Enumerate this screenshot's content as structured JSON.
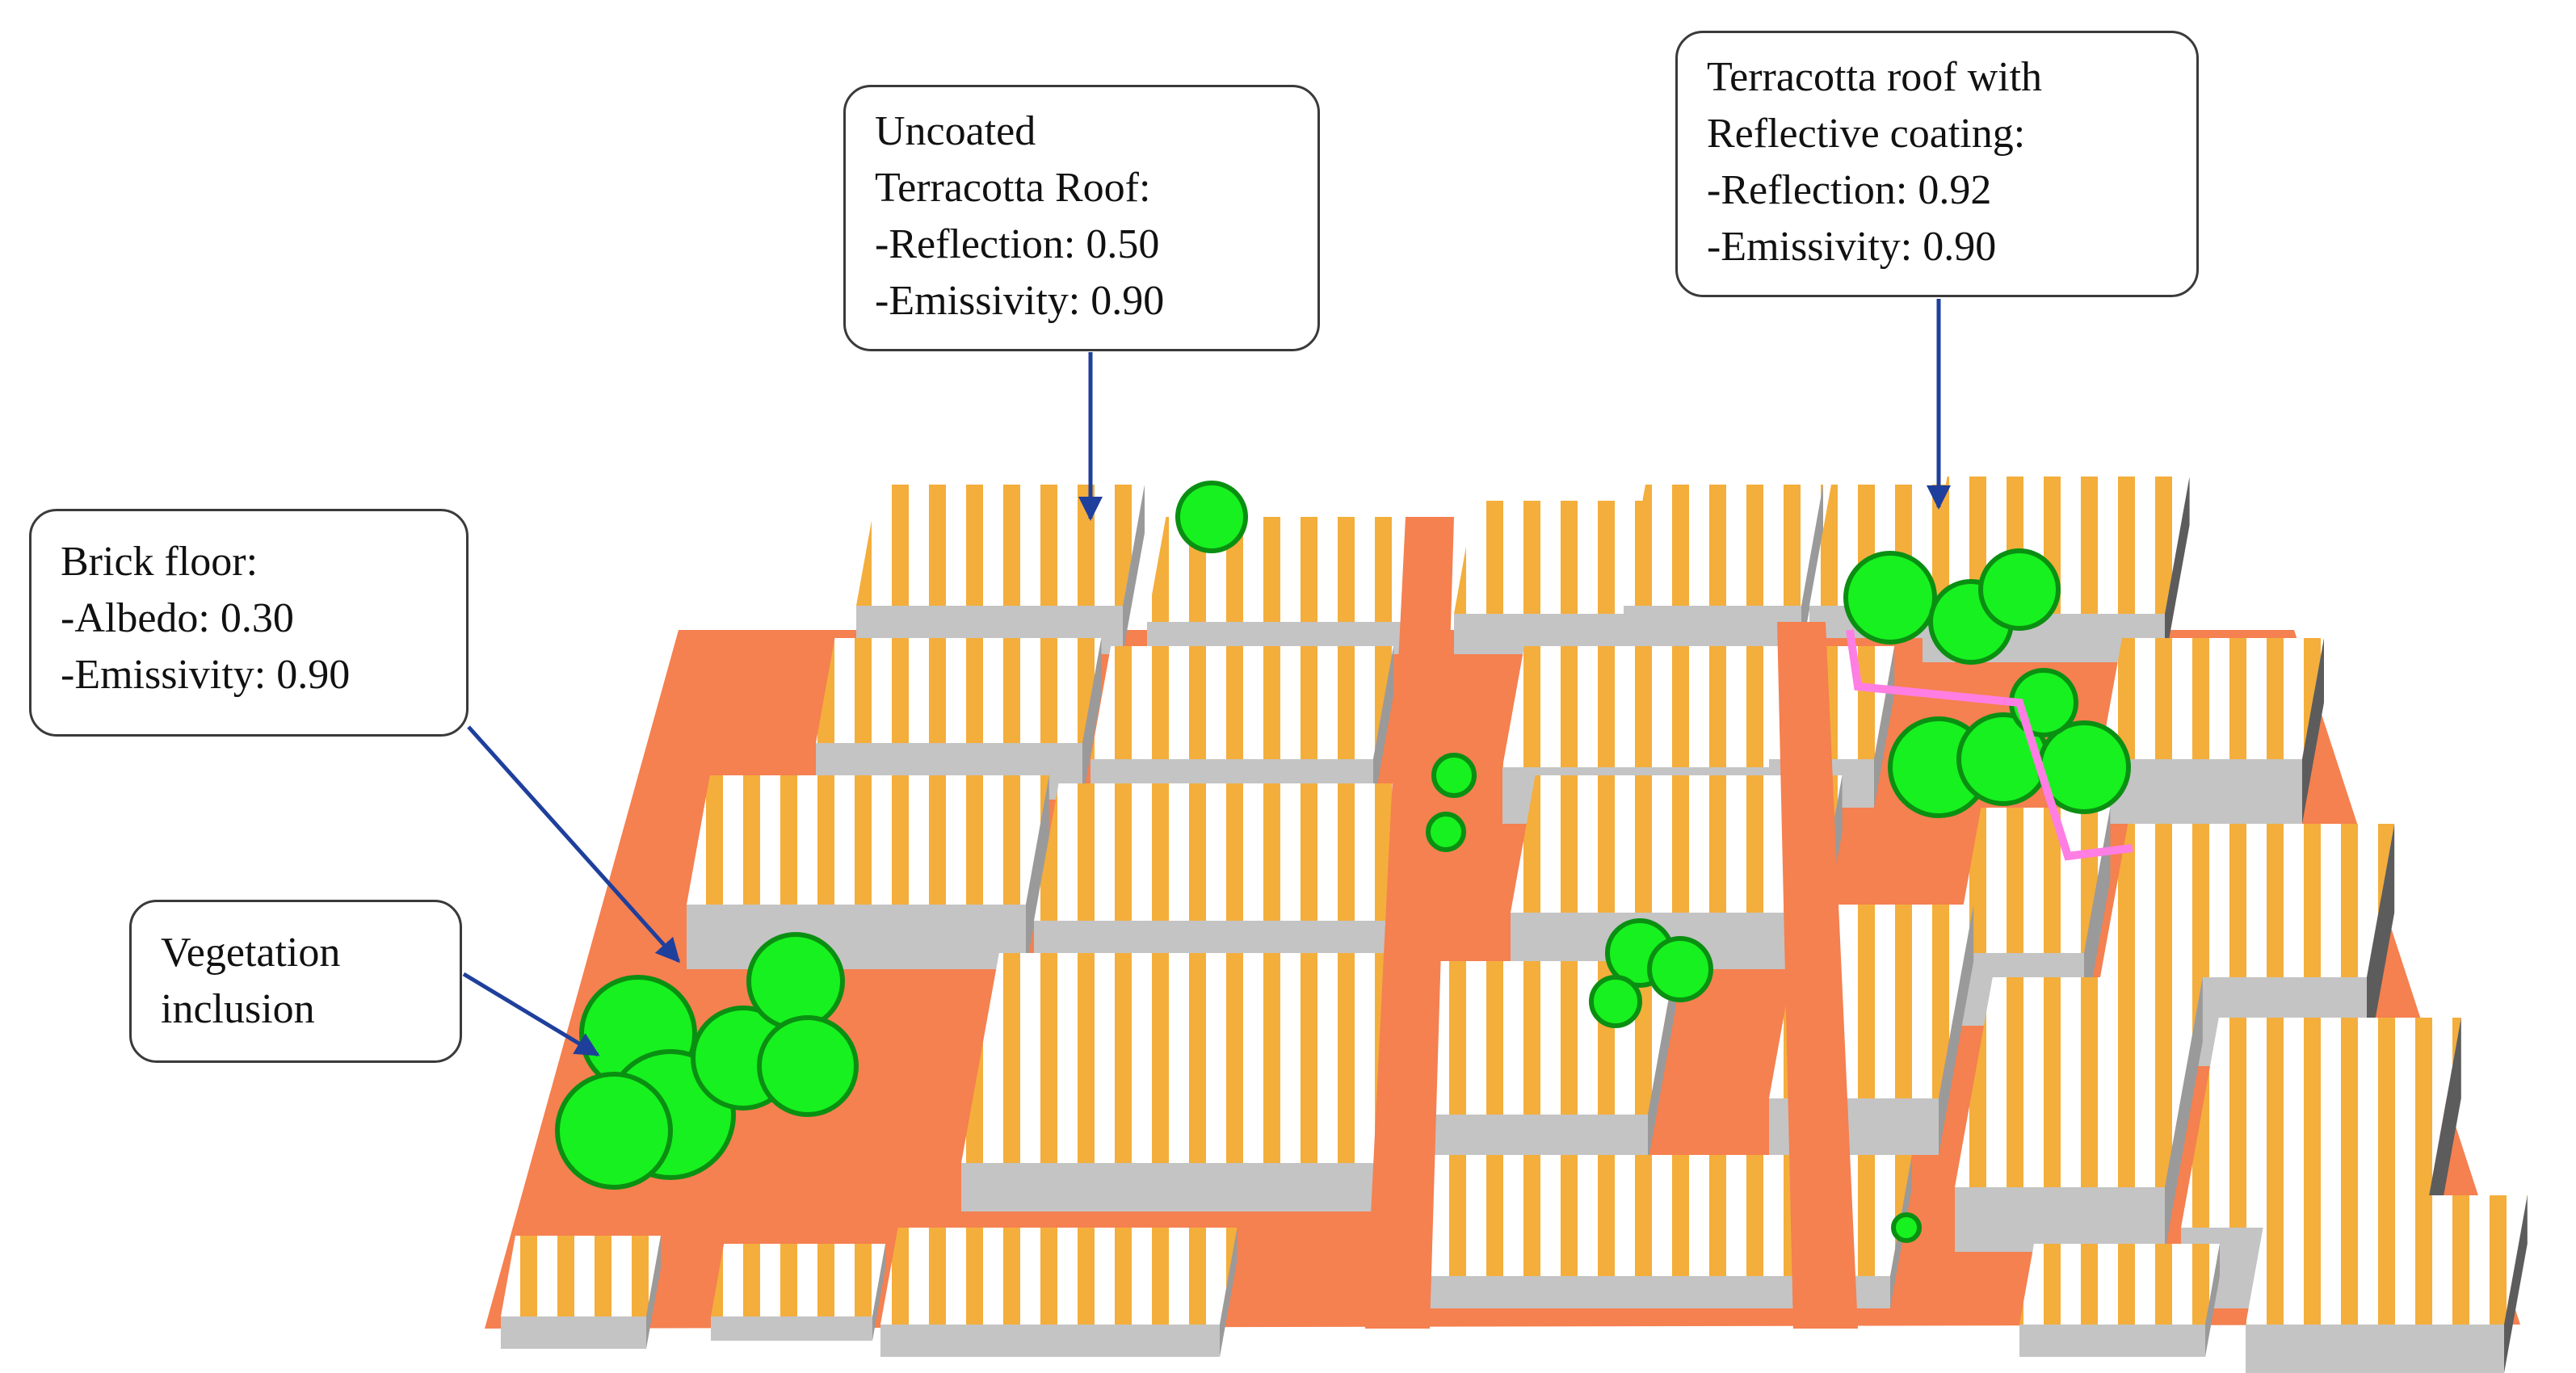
{
  "colors": {
    "ground": "#f58050",
    "roof_stripe": "#f4ae3c",
    "roof_white": "#ffffff",
    "wall_light": "#c4c4c4",
    "wall_dark": "#5c5c5c",
    "vegetation": "#17f11f",
    "vegetation_edge": "#0a8f12",
    "pink_path": "#ff7ee3",
    "arrow": "#1f3f9c"
  },
  "callouts": {
    "uncoated_roof": {
      "lines": [
        "Uncoated",
        "Terracotta Roof:",
        "-Reflection: 0.50",
        "-Emissivity: 0.90"
      ]
    },
    "coated_roof": {
      "lines": [
        "Terracotta roof with",
        "Reflective coating:",
        "-Reflection: 0.92",
        "-Emissivity: 0.90"
      ]
    },
    "brick_floor": {
      "lines": [
        "Brick floor:",
        "-Albedo: 0.30",
        "-Emissivity: 0.90"
      ]
    },
    "vegetation": {
      "lines": [
        "Vegetation",
        "inclusion"
      ]
    }
  }
}
